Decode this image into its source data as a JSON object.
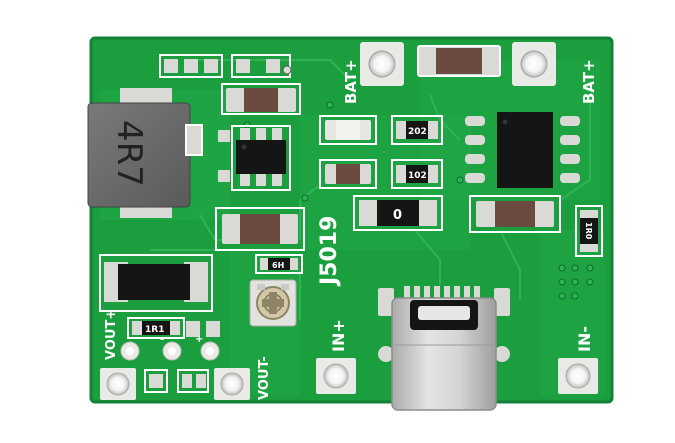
{
  "board": {
    "silkscreen": {
      "bat_plus_left": "BAT+",
      "bat_plus_right": "BAT+",
      "part_number": "J5019",
      "in_plus": "IN+",
      "in_minus": "IN-",
      "vout_plus": "VOUT+",
      "vout_minus": "VOUT-"
    },
    "components": {
      "inductor_marking": "4R7",
      "resistor_r1": "202",
      "resistor_r2": "102",
      "resistor_r3": "0",
      "resistor_r4": "1R1",
      "resistor_r5": "1R0",
      "resistor_r6": "6H"
    },
    "colors": {
      "pcb_green": "#1b9e3e",
      "trace_green": "#2bb04e",
      "pad_silver": "#d9d9d6",
      "chip_black": "#151515",
      "cap_brown": "#6b4a3f",
      "usb_silver": "#cfd0cf"
    }
  }
}
